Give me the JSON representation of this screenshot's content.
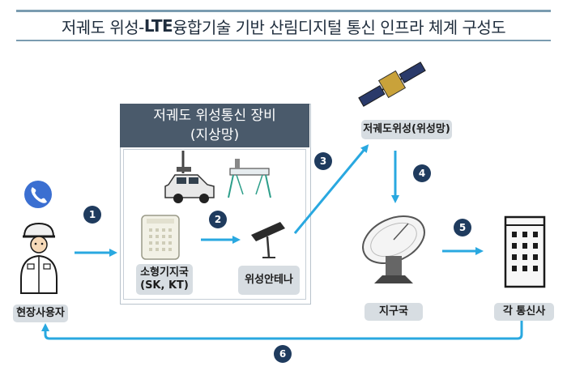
{
  "title": {
    "part1": "저궤도 위성-",
    "part2": "LTE",
    "part3": " 융합기술 기반 산림디지털 통신 인프라 체계 구성도"
  },
  "equipment": {
    "header_line1": "저궤도 위성통신 장비",
    "header_line2": "(지상망)"
  },
  "nodes": {
    "field_user": "현장사용자",
    "small_base_line1": "소형기지국",
    "small_base_line2": "(SK,  KT)",
    "sat_antenna": "위성안테나",
    "leo_satellite": "저궤도위성(위성망)",
    "ground_station": "지구국",
    "carriers": "각  통신사"
  },
  "steps": [
    "1",
    "2",
    "3",
    "4",
    "5",
    "6"
  ],
  "icons": [
    "phone-icon",
    "worker-icon",
    "vehicle-icon",
    "antenna-stand-icon",
    "base-station-icon",
    "flat-antenna-icon",
    "satellite-icon",
    "dish-icon",
    "building-icon"
  ],
  "colors": {
    "arrow": "#29a8e0",
    "step_badge": "#1f3b5e",
    "header": "#4a5a6b",
    "label_bg": "#d7dde2",
    "phone": "#3b6fd1"
  }
}
